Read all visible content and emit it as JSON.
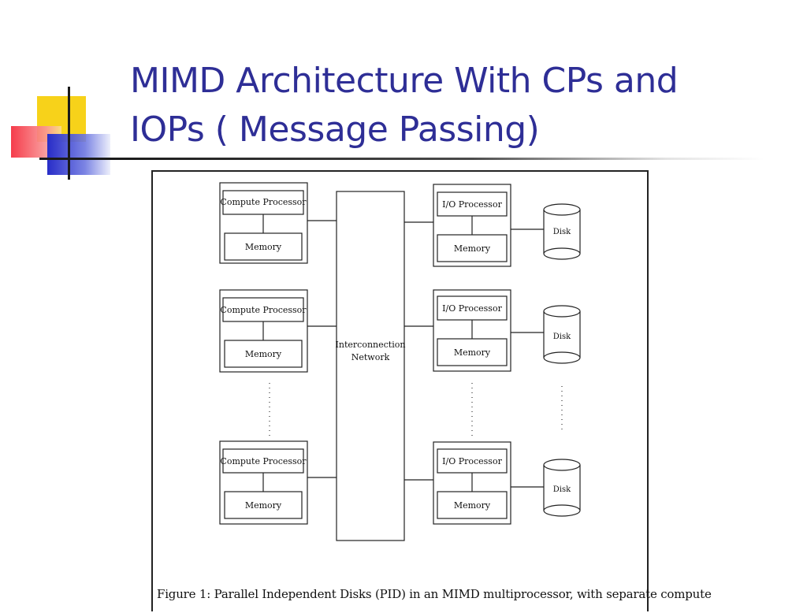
{
  "slide": {
    "title_line1": "MIMD Architecture With CPs and",
    "title_line2": "IOPs ( Message Passing)",
    "accent_colors": {
      "yellow": "#f7d21a",
      "red": "#f53c4b",
      "blue": "#282dc8",
      "title": "#2e2e96"
    }
  },
  "figure": {
    "network_label_line1": "Interconnection",
    "network_label_line2": "Network",
    "compute_nodes": [
      {
        "processor": "Compute Processor",
        "memory": "Memory"
      },
      {
        "processor": "Compute Processor",
        "memory": "Memory"
      },
      {
        "processor": "Compute Processor",
        "memory": "Memory"
      }
    ],
    "io_nodes": [
      {
        "processor": "I/O Processor",
        "memory": "Memory",
        "disk": "Disk"
      },
      {
        "processor": "I/O Processor",
        "memory": "Memory",
        "disk": "Disk"
      },
      {
        "processor": "I/O Processor",
        "memory": "Memory",
        "disk": "Disk"
      }
    ],
    "caption": "Figure 1: Parallel Independent Disks (PID) in an MIMD multiprocessor, with separate compute"
  }
}
